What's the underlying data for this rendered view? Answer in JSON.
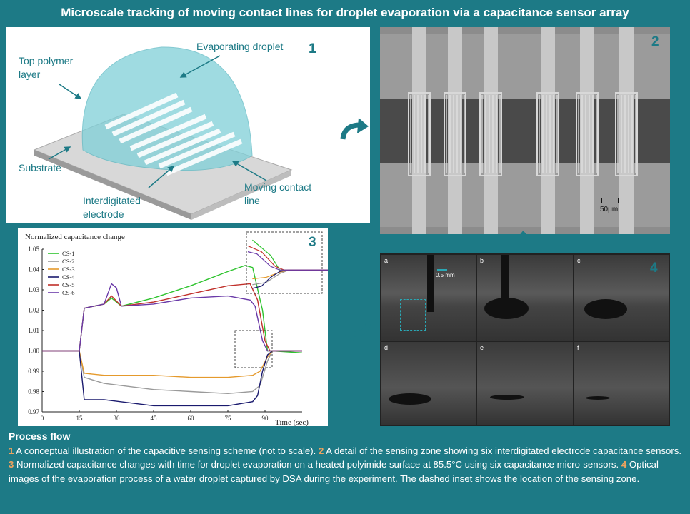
{
  "title": "Microscale tracking of moving contact lines for droplet evaporation via a capacitance sensor array",
  "panel1": {
    "number": "1",
    "labels": {
      "evaporating_droplet": "Evaporating droplet",
      "top_polymer_layer": "Top polymer layer",
      "substrate": "Substrate",
      "interdigitated_electrode": "Interdigitated electrode",
      "moving_contact_line": "Moving contact line"
    }
  },
  "panel2": {
    "number": "2",
    "scale_bar": "50μm"
  },
  "panel3": {
    "number": "3"
  },
  "panel4": {
    "number": "4",
    "scale_bar": "0.5 mm",
    "frame_labels": [
      "a",
      "b",
      "c",
      "d",
      "e",
      "f"
    ]
  },
  "caption": {
    "heading": "Process flow",
    "items": [
      {
        "num": "1",
        "text": "A conceptual illustration of the capacitive sensing scheme (not to scale)."
      },
      {
        "num": "2",
        "text": "A detail of the sensing zone showing six interdigitated electrode capacitance sensors."
      },
      {
        "num": "3",
        "text": "Normalized capacitance changes with time for droplet evaporation on a heated polyimide surface at 85.5°C using six capacitance micro-sensors."
      },
      {
        "num": "4",
        "text": "Optical images of the evaporation process of a water droplet captured by DSA during the experiment. The dashed inset shows the location of the sensing zone."
      }
    ]
  },
  "colors": {
    "accent": "#1d7a86",
    "number": "#f0a35e"
  },
  "chart_data": {
    "type": "line",
    "title": "Normalized capacitance change",
    "xlabel": "Time (sec)",
    "ylabel": "",
    "xlim": [
      0,
      105
    ],
    "ylim": [
      0.97,
      1.05
    ],
    "x_ticks": [
      0,
      15,
      30,
      45,
      60,
      75,
      90
    ],
    "y_ticks": [
      "0.97",
      "0.98",
      "0.99",
      "1.00",
      "1.01",
      "1.02",
      "1.03",
      "1.04",
      "1.05"
    ],
    "legend_position": "top-left",
    "series": [
      {
        "name": "CS-1",
        "color": "#2fc42f",
        "x": [
          0,
          15,
          17,
          25,
          28,
          32,
          45,
          60,
          75,
          82,
          85,
          89,
          91,
          93,
          105
        ],
        "y": [
          1.0,
          1.0,
          1.021,
          1.023,
          1.026,
          1.022,
          1.026,
          1.032,
          1.039,
          1.042,
          1.041,
          1.02,
          1.0,
          1.0,
          0.999
        ]
      },
      {
        "name": "CS-2",
        "color": "#9a9a9a",
        "x": [
          0,
          15,
          17,
          25,
          45,
          60,
          75,
          85,
          88,
          91,
          93,
          105
        ],
        "y": [
          1.0,
          1.0,
          0.987,
          0.984,
          0.981,
          0.98,
          0.979,
          0.98,
          0.983,
          0.995,
          1.0,
          1.0
        ]
      },
      {
        "name": "CS-3",
        "color": "#e59a2c",
        "x": [
          0,
          15,
          17,
          25,
          45,
          60,
          75,
          85,
          88,
          91,
          93,
          105
        ],
        "y": [
          1.0,
          1.0,
          0.989,
          0.988,
          0.988,
          0.987,
          0.987,
          0.988,
          0.99,
          0.997,
          1.0,
          1.0
        ]
      },
      {
        "name": "CS-4",
        "color": "#1a1a6e",
        "x": [
          0,
          15,
          17,
          25,
          45,
          60,
          75,
          85,
          87,
          89,
          91,
          93,
          105
        ],
        "y": [
          1.0,
          1.0,
          0.976,
          0.976,
          0.973,
          0.973,
          0.973,
          0.975,
          0.978,
          0.99,
          0.998,
          1.0,
          1.0
        ]
      },
      {
        "name": "CS-5",
        "color": "#c0302a",
        "x": [
          0,
          15,
          17,
          25,
          28,
          32,
          45,
          60,
          75,
          84,
          87,
          90,
          92,
          105
        ],
        "y": [
          1.0,
          1.0,
          1.021,
          1.023,
          1.027,
          1.022,
          1.024,
          1.028,
          1.032,
          1.033,
          1.025,
          1.005,
          1.0,
          1.0
        ]
      },
      {
        "name": "CS-6",
        "color": "#6a3aa8",
        "x": [
          0,
          15,
          17,
          25,
          28,
          30,
          32,
          45,
          60,
          75,
          84,
          86,
          89,
          91,
          105
        ],
        "y": [
          1.0,
          1.0,
          1.021,
          1.023,
          1.033,
          1.031,
          1.022,
          1.023,
          1.026,
          1.027,
          1.025,
          1.022,
          1.005,
          1.0,
          1.0
        ]
      }
    ]
  }
}
